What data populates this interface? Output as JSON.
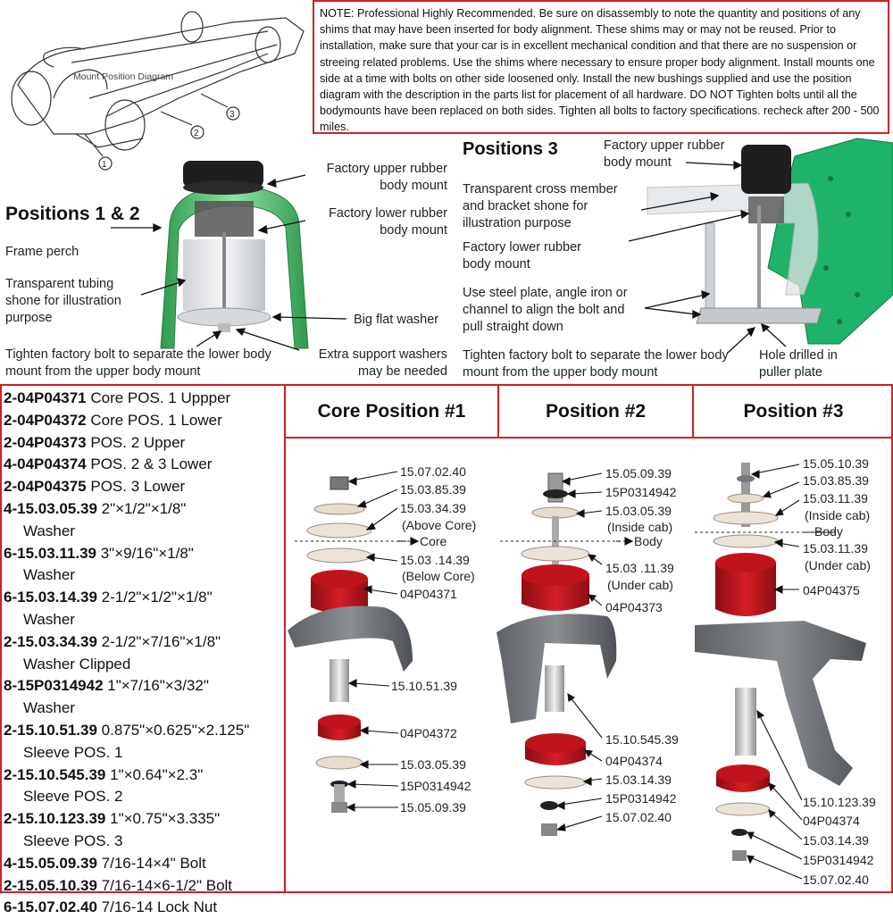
{
  "note": "NOTE: Professional Highly Recommended. Be sure on disassembly to note the quantity and positions of any shims that may have been inserted for body alignment. These shims may or may not be reused. Prior to installation, make sure that your car is in excellent mechanical condition and that there are no suspension or streeing related problems. Use the shims where necessary to ensure proper body alignment. Install mounts one side at a time with bolts on other side loosened only. Install the new bushings supplied and use the position diagram with the description in the parts list for placement of all hardware. DO NOT Tighten bolts until all the bodymounts have been replaced on both sides. Tighten all bolts to factory specifications. recheck after 200 - 500 miles.",
  "frame_diagram": {
    "title": "Mount Position Diagram",
    "markers": [
      "1",
      "2",
      "3"
    ]
  },
  "pos12": {
    "heading": "Positions 1 & 2",
    "upper": "Factory upper rubber body mount",
    "lower": "Factory lower rubber body mount",
    "perch": "Frame perch",
    "tubing": "Transparent tubing shone for illustration purpose",
    "washer": "Big flat washer",
    "tighten": "Tighten factory bolt to separate the lower body mount from the upper body mount",
    "extra": "Extra support washers may be needed"
  },
  "pos3": {
    "heading": "Positions 3",
    "upper": "Factory upper rubber body mount",
    "cross": "Transparent cross member and bracket shone for illustration purpose",
    "lower": "Factory lower rubber body mount",
    "plate": "Use steel plate, angle iron or channel to align the bolt and pull straight down",
    "tighten": "Tighten factory bolt to separate the lower body mount from the upper body mount",
    "hole": "Hole drilled in puller plate"
  },
  "parts": [
    {
      "code": "2-04P04371",
      "desc": "Core POS. 1 Uppper",
      "desc2": ""
    },
    {
      "code": "2-04P04372",
      "desc": "Core POS. 1 Lower",
      "desc2": ""
    },
    {
      "code": "2-04P04373",
      "desc": "POS. 2 Upper",
      "desc2": ""
    },
    {
      "code": "4-04P04374",
      "desc": "POS. 2 & 3 Lower",
      "desc2": ""
    },
    {
      "code": "2-04P04375",
      "desc": "POS. 3 Lower",
      "desc2": ""
    },
    {
      "code": "4-15.03.05.39",
      "desc": "2\"×1/2\"×1/8\"",
      "desc2": "Washer"
    },
    {
      "code": "6-15.03.11.39",
      "desc": "3\"×9/16\"×1/8\"",
      "desc2": "Washer"
    },
    {
      "code": "6-15.03.14.39",
      "desc": "2-1/2\"×1/2\"×1/8\"",
      "desc2": "Washer"
    },
    {
      "code": "2-15.03.34.39",
      "desc": "2-1/2\"×7/16\"×1/8\"",
      "desc2": "Washer Clipped"
    },
    {
      "code": "8-15P0314942",
      "desc": "1\"×7/16\"×3/32\"",
      "desc2": "Washer"
    },
    {
      "code": "2-15.10.51.39",
      "desc": "0.875\"×0.625\"×2.125\"",
      "desc2": "Sleeve POS. 1"
    },
    {
      "code": "2-15.10.545.39",
      "desc": "1\"×0.64\"×2.3\"",
      "desc2": "Sleeve POS. 2"
    },
    {
      "code": "2-15.10.123.39",
      "desc": "1\"×0.75\"×3.335\"",
      "desc2": "Sleeve POS. 3"
    },
    {
      "code": "4-15.05.09.39",
      "desc": "7/16-14×4\" Bolt",
      "desc2": ""
    },
    {
      "code": "2-15.05.10.39",
      "desc": "7/16-14×6-1/2\" Bolt",
      "desc2": ""
    },
    {
      "code": "6-15.07.02.40",
      "desc": "7/16-14 Lock Nut",
      "desc2": ""
    }
  ],
  "columns": [
    "Core Position #1",
    "Position #2",
    "Position #3"
  ],
  "core1": [
    "15.07.02.40",
    "15.03.85.39",
    "15.03.34.39",
    "(Above Core)",
    "Core",
    "15.03 .14.39",
    "(Below Core)",
    "04P04371",
    "15.10.51.39",
    "04P04372",
    "15.03.05.39",
    "15P0314942",
    "15.05.09.39"
  ],
  "pos2": [
    "15.05.09.39",
    "15P0314942",
    "15.03.05.39",
    "(Inside cab)",
    "Body",
    "15.03 .11.39",
    "(Under cab)",
    "04P04373",
    "15.10.545.39",
    "04P04374",
    "15.03.14.39",
    "15P0314942",
    "15.07.02.40"
  ],
  "pos3c": [
    "15.05.10.39",
    "15.03.85.39",
    "15.03.11.39",
    "(Inside cab)",
    "Body",
    "15.03.11.39",
    "(Under cab)",
    "04P04375",
    "15.10.123.39",
    "04P04374",
    "15.03.14.39",
    "15P0314942",
    "15.07.02.40"
  ],
  "colors": {
    "border": "#d21f26",
    "mount_red": "#c0141c",
    "frame_green": "#4cb96a",
    "bracket_gray": "#6e7276"
  }
}
